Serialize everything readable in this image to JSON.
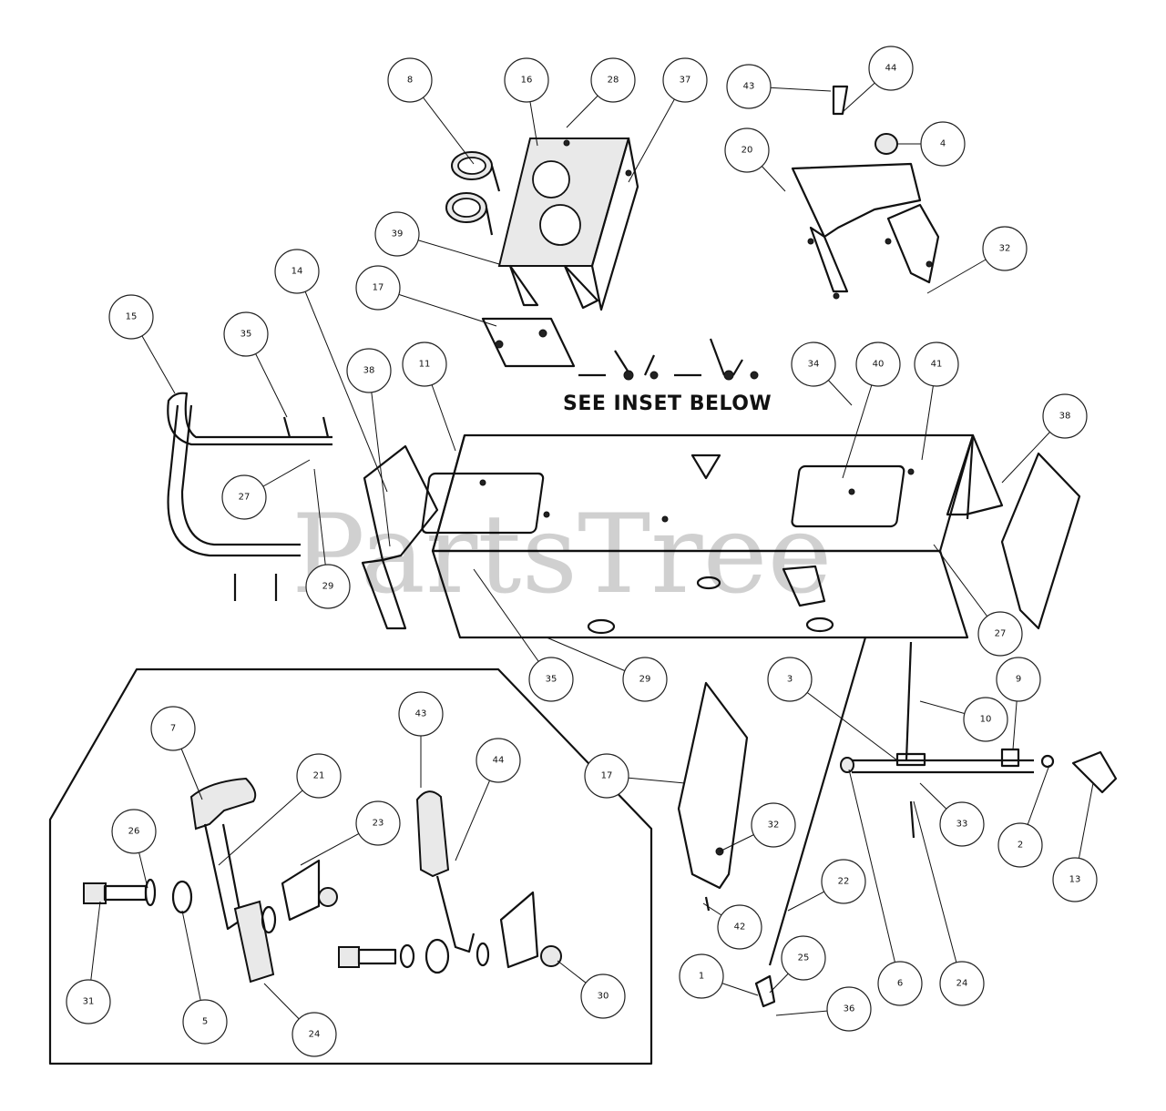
{
  "watermark": "PartsTree",
  "inset_note": "SEE INSET BELOW",
  "callouts": [
    {
      "id": "c8",
      "label": "8"
    },
    {
      "id": "c16",
      "label": "16"
    },
    {
      "id": "c28",
      "label": "28"
    },
    {
      "id": "c37",
      "label": "37"
    },
    {
      "id": "c43a",
      "label": "43"
    },
    {
      "id": "c44a",
      "label": "44"
    },
    {
      "id": "c4",
      "label": "4"
    },
    {
      "id": "c20",
      "label": "20"
    },
    {
      "id": "c32a",
      "label": "32"
    },
    {
      "id": "c39",
      "label": "39"
    },
    {
      "id": "c17a",
      "label": "17"
    },
    {
      "id": "c14",
      "label": "14"
    },
    {
      "id": "c15",
      "label": "15"
    },
    {
      "id": "c35a",
      "label": "35"
    },
    {
      "id": "c38a",
      "label": "38"
    },
    {
      "id": "c11",
      "label": "11"
    },
    {
      "id": "c34",
      "label": "34"
    },
    {
      "id": "c40",
      "label": "40"
    },
    {
      "id": "c41",
      "label": "41"
    },
    {
      "id": "c38b",
      "label": "38"
    },
    {
      "id": "c27a",
      "label": "27"
    },
    {
      "id": "c29a",
      "label": "29"
    },
    {
      "id": "c35b",
      "label": "35"
    },
    {
      "id": "c29b",
      "label": "29"
    },
    {
      "id": "c27b",
      "label": "27"
    },
    {
      "id": "c3",
      "label": "3"
    },
    {
      "id": "c10",
      "label": "10"
    },
    {
      "id": "c9",
      "label": "9"
    },
    {
      "id": "c17b",
      "label": "17"
    },
    {
      "id": "c32b",
      "label": "32"
    },
    {
      "id": "c33",
      "label": "33"
    },
    {
      "id": "c2",
      "label": "2"
    },
    {
      "id": "c13",
      "label": "13"
    },
    {
      "id": "c22",
      "label": "22"
    },
    {
      "id": "c42",
      "label": "42"
    },
    {
      "id": "c6",
      "label": "6"
    },
    {
      "id": "c24a",
      "label": "24"
    },
    {
      "id": "c1",
      "label": "1"
    },
    {
      "id": "c25",
      "label": "25"
    },
    {
      "id": "c36",
      "label": "36"
    },
    {
      "id": "c7",
      "label": "7"
    },
    {
      "id": "c21",
      "label": "21"
    },
    {
      "id": "c43b",
      "label": "43"
    },
    {
      "id": "c44b",
      "label": "44"
    },
    {
      "id": "c26",
      "label": "26"
    },
    {
      "id": "c23",
      "label": "23"
    },
    {
      "id": "c31",
      "label": "31"
    },
    {
      "id": "c5",
      "label": "5"
    },
    {
      "id": "c24b",
      "label": "24"
    },
    {
      "id": "c30",
      "label": "30"
    }
  ]
}
